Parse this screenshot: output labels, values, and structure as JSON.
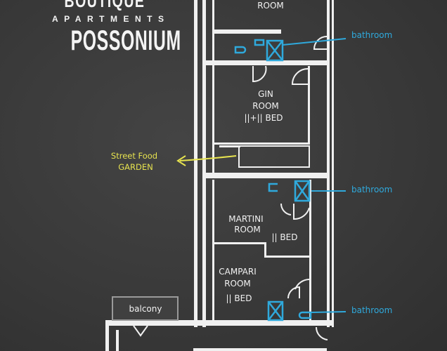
{
  "logo": {
    "line1": "BOUTIQUE",
    "line2": "APARTMENTS",
    "line3": "POSSONIUM"
  },
  "rooms": {
    "top_room": "ROOM",
    "gin": {
      "name": "GIN",
      "room": "ROOM",
      "beds": "||+|| BED"
    },
    "martini": {
      "name": "MARTINI",
      "room": "ROOM",
      "beds": "|| BED"
    },
    "campari": {
      "name": "CAMPARI",
      "room": "ROOM",
      "beds": "|| BED"
    },
    "balcony": "balcony"
  },
  "annotations": {
    "bathroom_1": "bathroom",
    "bathroom_2": "bathroom",
    "bathroom_3": "bathroom",
    "garden_line1": "Street Food",
    "garden_line2": "GARDEN"
  },
  "colors": {
    "chalk": "#f2f2f2",
    "bathroom": "#2fa9dc",
    "garden": "#e7e34f",
    "board": "#3b3b3b"
  }
}
